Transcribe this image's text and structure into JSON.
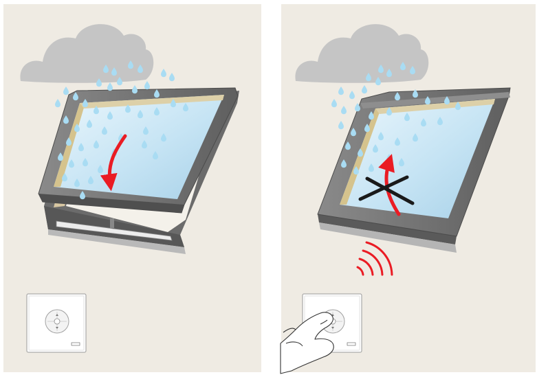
{
  "colors": {
    "background": "#ffffff",
    "panel": "#efebe3",
    "cloud": "#c5c5c5",
    "rain": "#a9dcf3",
    "frame_dark": "#5d5d5d",
    "frame_mid": "#757575",
    "frame_light": "#8c8c8c",
    "glass_light": "#e7f4fb",
    "glass_mid": "#c4e3f3",
    "glass_dark": "#a6cfe6",
    "wood": "#d9c8a3",
    "arrow": "#ea1c24",
    "cross": "#1a1a1a",
    "signal": "#ea1c24"
  },
  "panels": [
    {
      "name": "rain-closing-skylight",
      "skylight_state": "closing",
      "arrow_direction": "down",
      "blocked": false,
      "remote_pressed": false,
      "icons": [
        "cloud-icon",
        "rain-drops-icon",
        "skylight-icon",
        "close-arrow-icon",
        "wall-control-pad-icon"
      ]
    },
    {
      "name": "rain-blocked-opening",
      "skylight_state": "closed",
      "arrow_direction": "up",
      "blocked": true,
      "remote_pressed": true,
      "icons": [
        "cloud-icon",
        "rain-drops-icon",
        "skylight-icon",
        "open-arrow-icon",
        "blocked-cross-icon",
        "wireless-signal-icon",
        "wall-control-pad-icon",
        "pressing-hand-icon"
      ]
    }
  ]
}
